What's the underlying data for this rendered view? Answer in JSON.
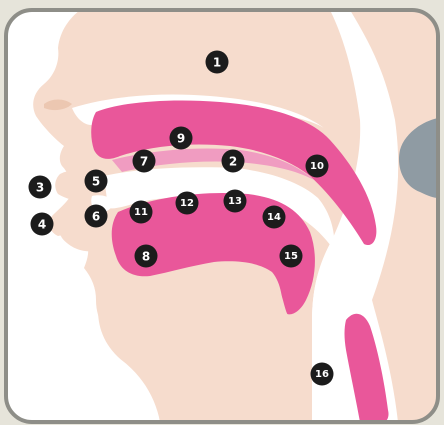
{
  "colors": {
    "background": "#e6e4da",
    "panel": "#ffffff",
    "frame": "#8e8e88",
    "skin": "#f6dccd",
    "skin_shadow": "#ecc7b1",
    "hair": "#8f9ba3",
    "tissue": "#e9579a",
    "tissue_light": "#f09cc1",
    "marker": "#1c1c1c",
    "marker_text": "#ffffff"
  },
  "markers": [
    {
      "label": "1"
    },
    {
      "label": "2"
    },
    {
      "label": "3"
    },
    {
      "label": "4"
    },
    {
      "label": "5"
    },
    {
      "label": "6"
    },
    {
      "label": "7"
    },
    {
      "label": "8"
    },
    {
      "label": "9"
    },
    {
      "label": "10"
    },
    {
      "label": "11"
    },
    {
      "label": "12"
    },
    {
      "label": "13"
    },
    {
      "label": "14"
    },
    {
      "label": "15"
    },
    {
      "label": "16"
    }
  ]
}
